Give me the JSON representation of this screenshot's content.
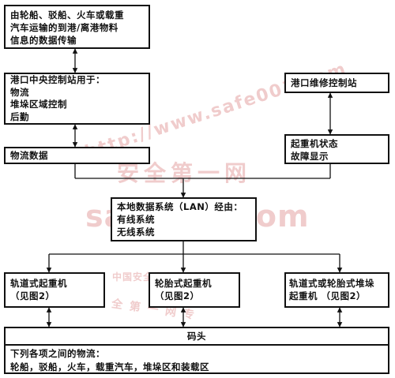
{
  "boxes": {
    "source": [
      "由轮船、驳船、火车或载重",
      "汽车运输的到港/离港物料",
      "信息的数据传输"
    ],
    "central": [
      "港口中央控制站用于：",
      "物流",
      "堆垛区域控制",
      "后勤"
    ],
    "maintenance": [
      "港口维修控制站"
    ],
    "logistics": [
      "物流数据"
    ],
    "crane_status": [
      "起重机状态",
      "故障显示"
    ],
    "lan": [
      "本地数据系统（LAN）经由：",
      "有线系统",
      "无线系统"
    ],
    "rail_crane": [
      "轨道式起重机",
      "（见图2）"
    ],
    "tyre_crane": [
      "轮胎式起重机",
      "（见图2）"
    ],
    "rail_tyre_stacker": [
      "轨道式或轮胎式堆垛",
      "起重机 （见图2）"
    ],
    "wharf": {
      "title": "码头",
      "lines": [
        "下列各项之间的物流：",
        "轮船，驳船，火车，载重汽车，堆垛区和装载区"
      ]
    }
  },
  "watermarks": {
    "url_arc": "http://www.safe001.com",
    "cn_big": "安全第一网",
    "domain": "safe001.com",
    "portal": "中国安全生产专业门户网站",
    "cn_small": "安 全 第 一 网 专"
  },
  "colors": {
    "line": "#111111",
    "watermark": "#e4a3a3"
  }
}
